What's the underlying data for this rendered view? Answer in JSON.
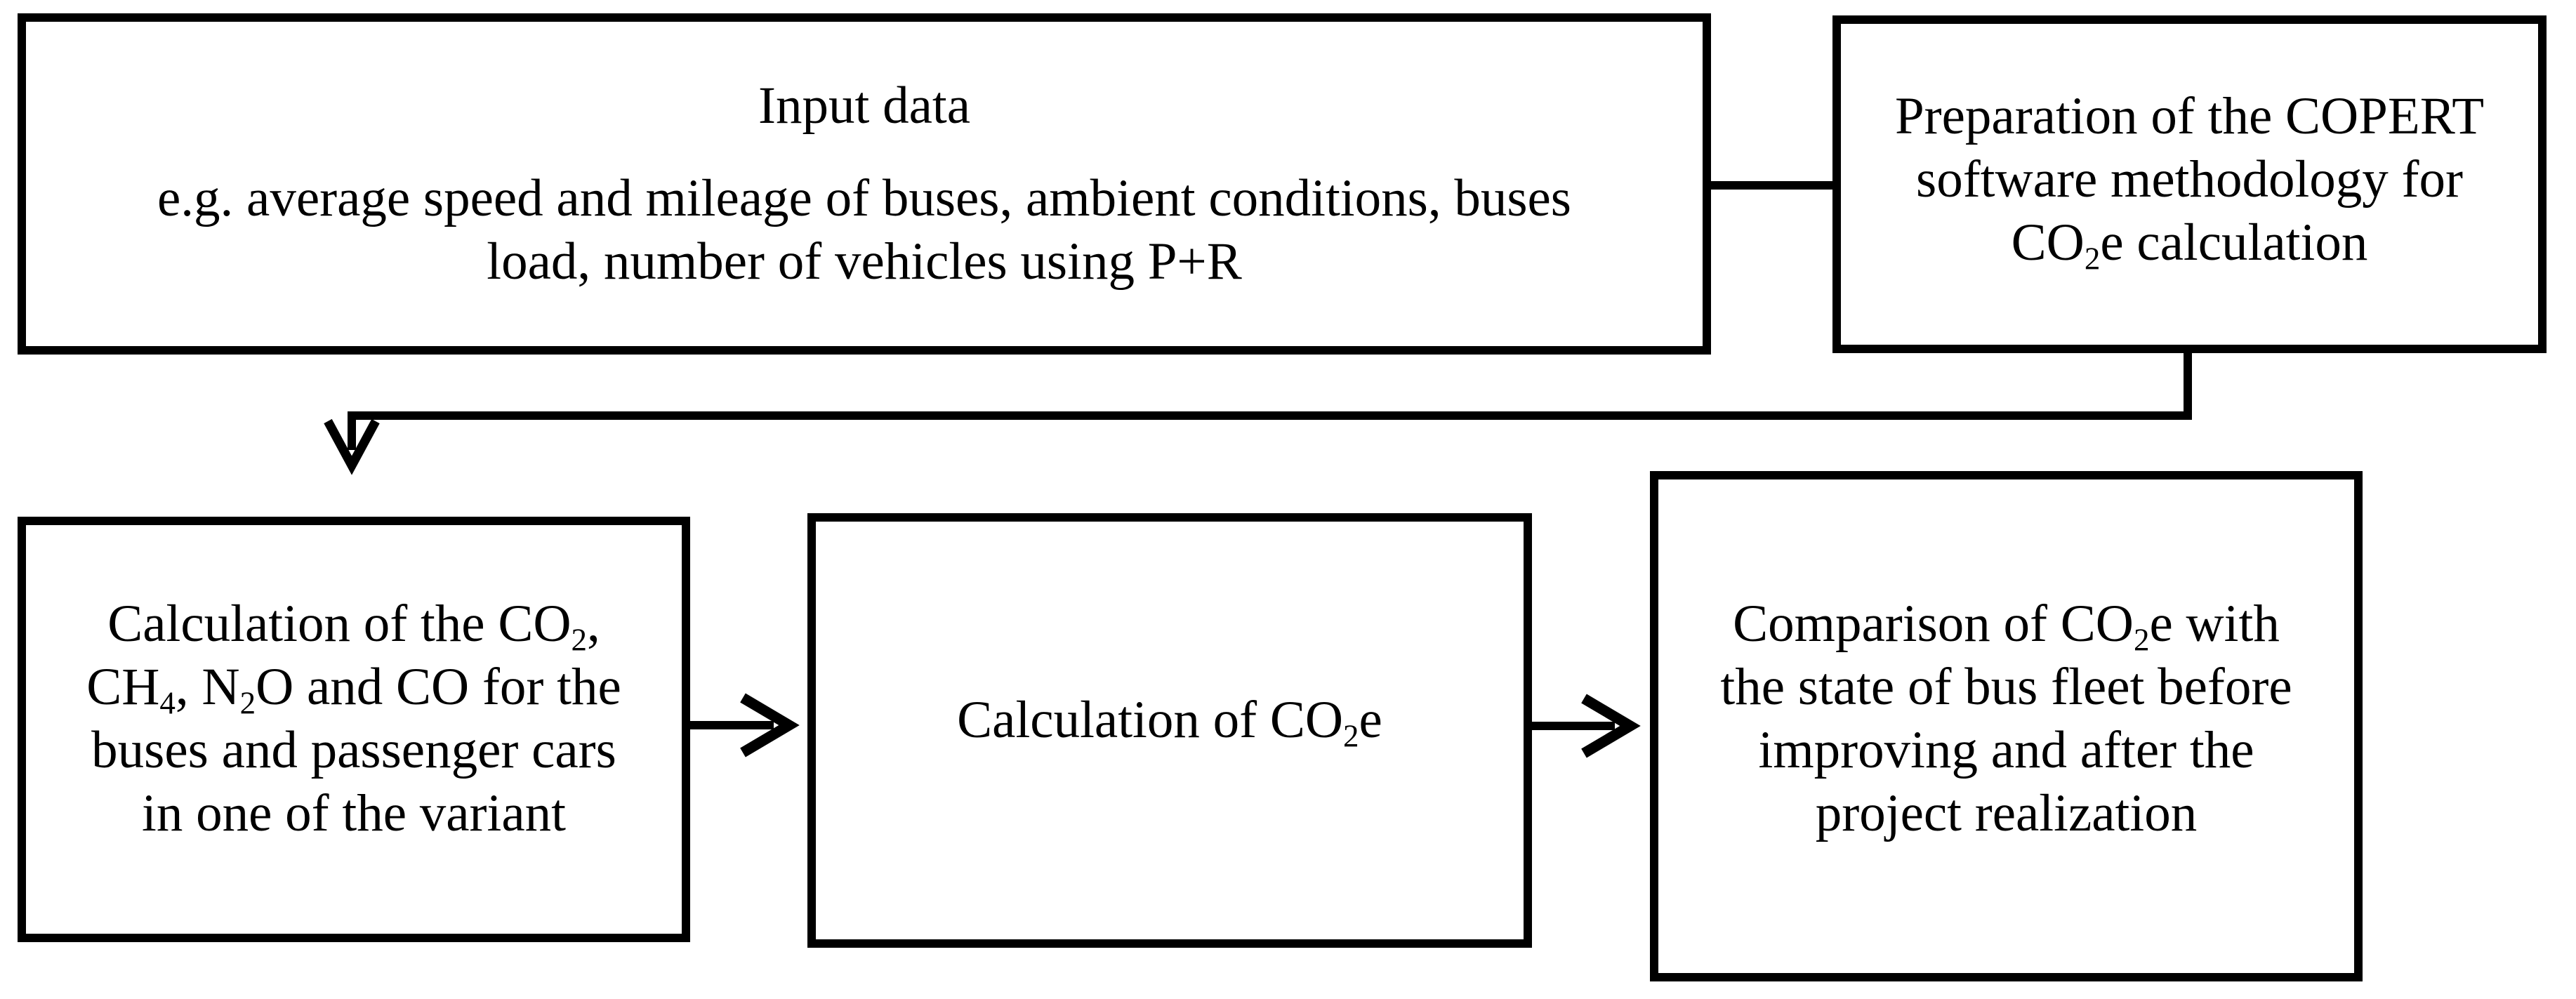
{
  "flowchart": {
    "colors": {
      "line": "#000000",
      "background": "#ffffff",
      "text": "#000000"
    },
    "nodes": {
      "input_data": {
        "title": "Input data",
        "detail_line1": "e.g. average speed and mileage of buses, ambient conditions, buses",
        "detail_line2": "load, number of vehicles using P+R"
      },
      "copert_preparation": {
        "line1": "Preparation of the COPERT",
        "line2": "software methodology for",
        "line3": "CO~2~e calculation"
      },
      "pollutant_calculation": {
        "line1": "Calculation of the CO~2~,",
        "line2": "CH~4~, N~2~O and CO for the",
        "line3": "buses and passenger cars",
        "line4": "in one of the variant"
      },
      "co2e_calculation": {
        "line1": "Calculation of CO~2~e"
      },
      "comparison": {
        "line1": "Comparison of CO~2~e with",
        "line2": "the state of bus fleet before",
        "line3": "improving and after the",
        "line4": "project realization"
      }
    }
  }
}
